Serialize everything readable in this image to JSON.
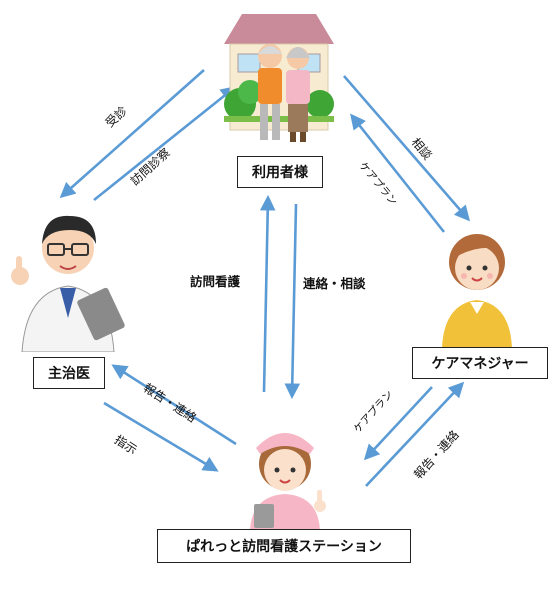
{
  "nodes": {
    "user": "利用者様",
    "doctor": "主治医",
    "manager": "ケアマネジャー",
    "station": "ぱれっと訪問看護ステーション"
  },
  "edges": {
    "to_doctor": "受診",
    "from_doctor": "訪問診察",
    "consult": "相談",
    "careplan_top": "ケアプラン",
    "visit_nursing": "訪問看護",
    "contact_consult": "連絡・相談",
    "report_doctor": "報告・連絡",
    "instruction": "指示",
    "careplan_bottom": "ケアプラン",
    "report_manager": "報告・連絡"
  },
  "colors": {
    "arrow": "#5b9bd5",
    "house_roof": "#c98a99",
    "house_wall": "#f7ecd2",
    "tree": "#3fa535"
  }
}
